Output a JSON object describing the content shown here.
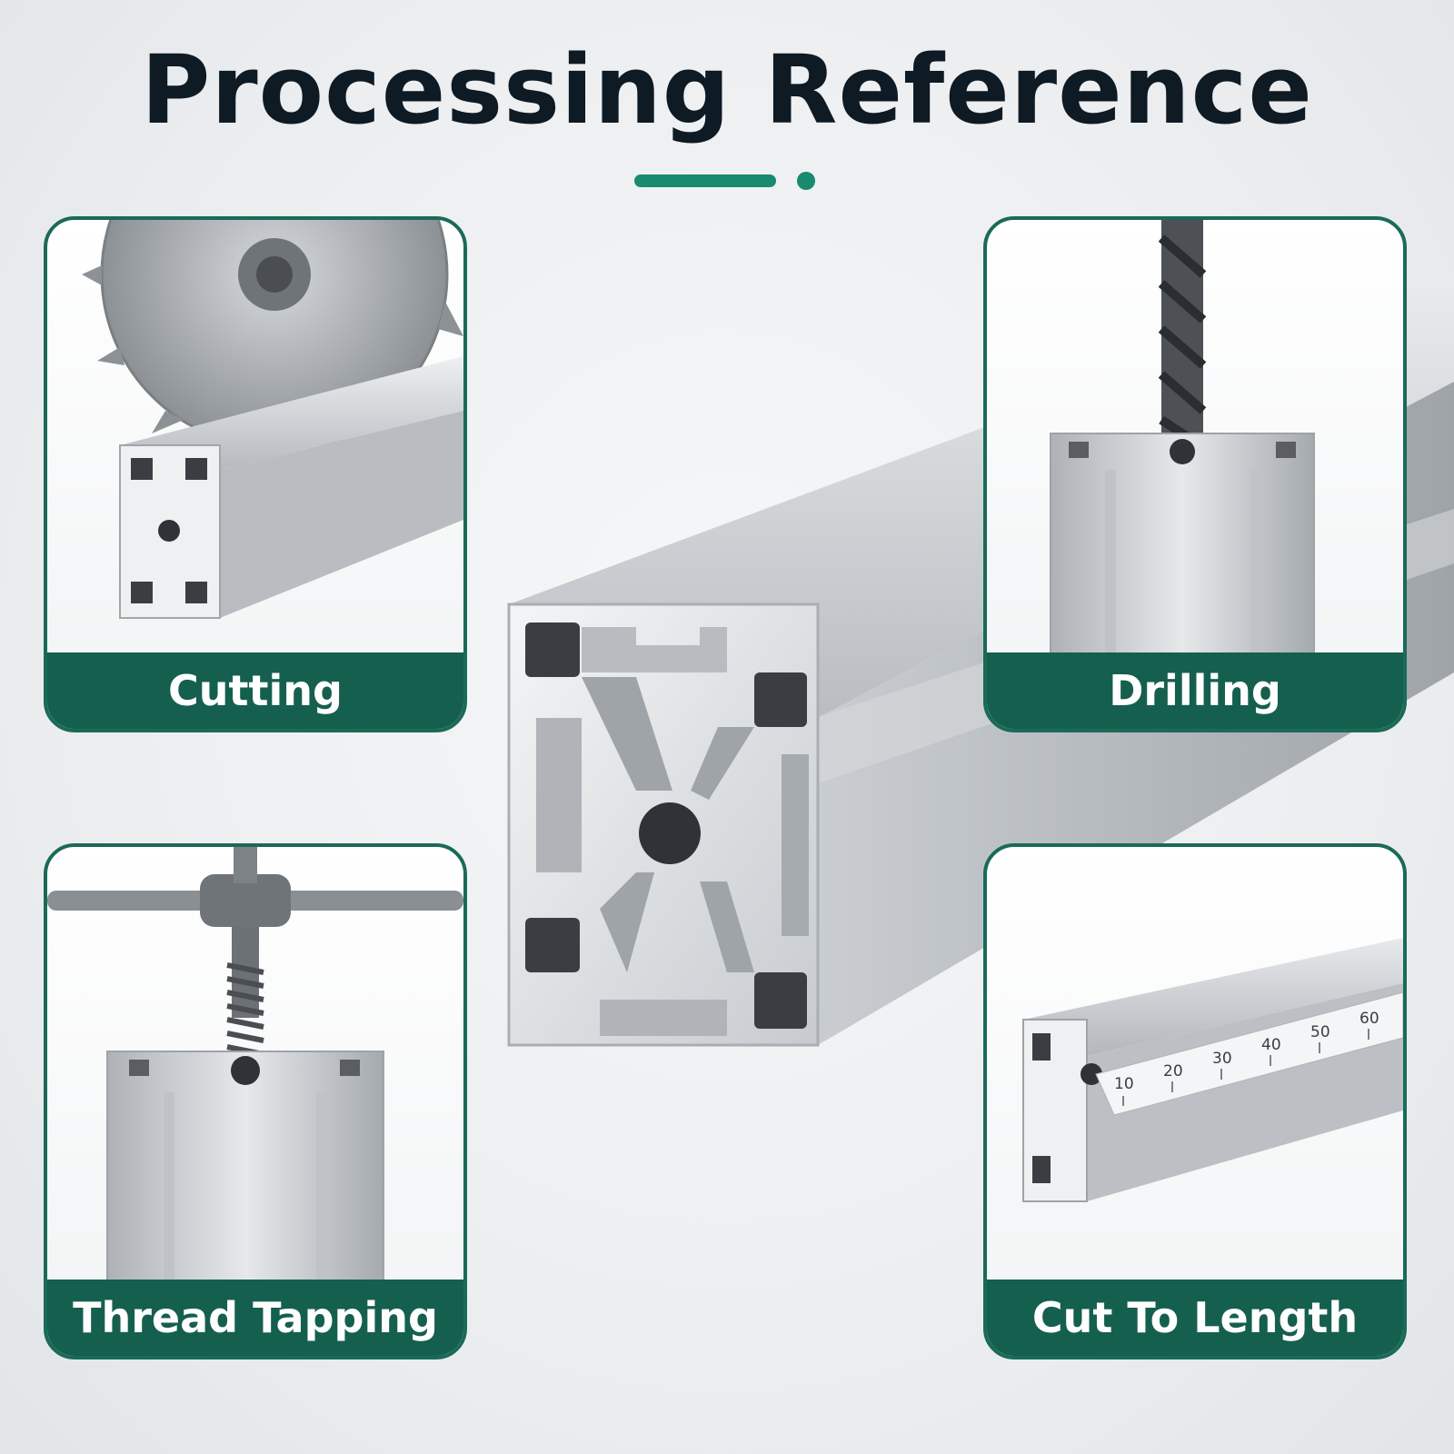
{
  "title": "Processing Reference",
  "accent_color": "#188a6f",
  "card_border_color": "#1a6a58",
  "label_bar_color": "#155f4f",
  "cards": [
    {
      "label": "Cutting",
      "icon": "saw-blade-icon"
    },
    {
      "label": "Drilling",
      "icon": "drill-bit-icon"
    },
    {
      "label": "Thread Tapping",
      "icon": "tap-wrench-icon"
    },
    {
      "label": "Cut To Length",
      "icon": "ruler-icon"
    }
  ],
  "ruler": {
    "marks": [
      "10",
      "20",
      "30",
      "40",
      "50",
      "60"
    ]
  }
}
